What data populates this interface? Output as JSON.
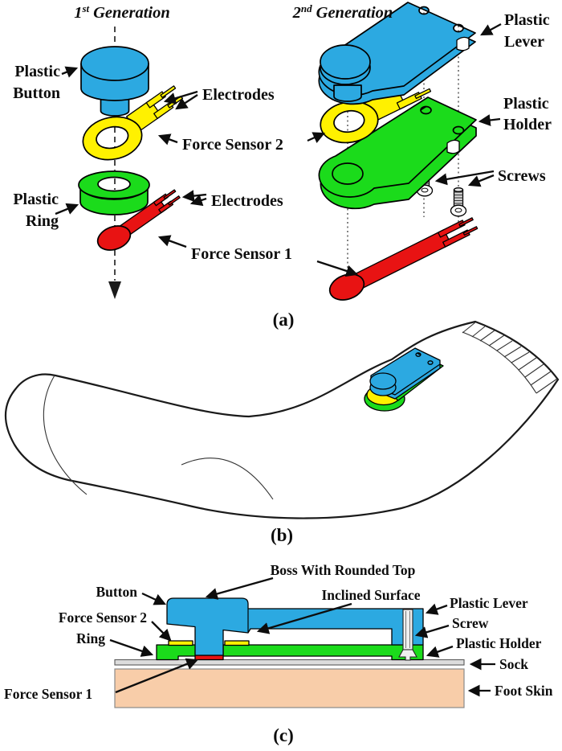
{
  "figure": {
    "panel_a": {
      "caption": "(a)",
      "gen1_title": {
        "num": "1",
        "sup": "st",
        "rest": "Generation"
      },
      "gen2_title": {
        "num": "2",
        "sup": "nd",
        "rest": "Generation"
      },
      "labels": {
        "plastic_button": [
          "Plastic",
          "Button"
        ],
        "electrodes_top": "Electrodes",
        "force_sensor_2": "Force Sensor 2",
        "plastic_ring": [
          "Plastic",
          "Ring"
        ],
        "electrodes_mid": "Electrodes",
        "force_sensor_1": "Force Sensor 1",
        "plastic_lever": [
          "Plastic",
          "Lever"
        ],
        "plastic_holder": [
          "Plastic",
          "Holder"
        ],
        "screws": "Screws"
      }
    },
    "panel_b": {
      "caption": "(b)"
    },
    "panel_c": {
      "caption": "(c)",
      "labels": {
        "boss": "Boss With Rounded Top",
        "button": "Button",
        "force_sensor_2": "Force Sensor 2",
        "ring": "Ring",
        "force_sensor_1": "Force Sensor 1",
        "inclined_surface": "Inclined Surface",
        "plastic_lever": "Plastic Lever",
        "screw": "Screw",
        "plastic_holder": "Plastic Holder",
        "sock": "Sock",
        "foot_skin": "Foot Skin"
      }
    },
    "colors": {
      "plastic_blue": "#2CA9E1",
      "sensor_yellow": "#FFF100",
      "plastic_green": "#1BDB1B",
      "sensor_red": "#E81313",
      "foot_skin": "#F8CDA9"
    }
  }
}
